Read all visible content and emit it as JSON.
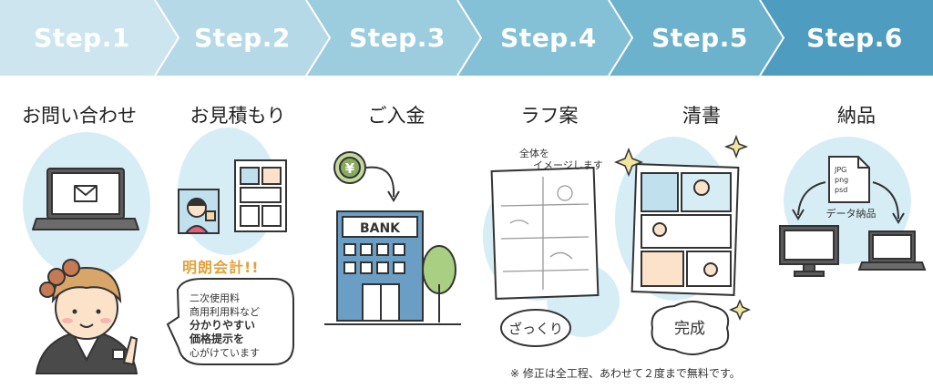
{
  "steps": [
    {
      "label": "Step.1",
      "color": "#cde5ef"
    },
    {
      "label": "Step.2",
      "color": "#b6d9e8"
    },
    {
      "label": "Step.3",
      "color": "#9ccddf"
    },
    {
      "label": "Step.4",
      "color": "#84c0d6"
    },
    {
      "label": "Step.5",
      "color": "#6db2cd"
    },
    {
      "label": "Step.6",
      "color": "#4e9cbf"
    }
  ],
  "titles": {
    "step1": "お問い合わせ",
    "step2": "お見積もり",
    "step3": "ご入金",
    "step4": "ラフ案",
    "step5": "清書",
    "step6": "納品"
  },
  "step2": {
    "accounting": "明朗会計!!",
    "bubble_lines": [
      "二次使用料",
      "商用利用料など",
      "分かりやすい",
      "価格提示を",
      "心がけています"
    ]
  },
  "step3": {
    "bank_sign": "BANK",
    "coin_symbol": "¥"
  },
  "step4": {
    "caption_line1": "全体を",
    "caption_line2": "イメージします",
    "bubble": "ざっくり"
  },
  "step5": {
    "bubble": "完成"
  },
  "step6": {
    "file_types": [
      "JPG",
      "png",
      "psd"
    ],
    "delivery_label": "データ納品"
  },
  "note": "※ 修正は全工程、あわせて２度まで無料です。",
  "colors": {
    "blob": "#d6edf6",
    "accent": "#e0a23a",
    "coin": "#c3d99b",
    "bank": "#6a9ec4"
  }
}
